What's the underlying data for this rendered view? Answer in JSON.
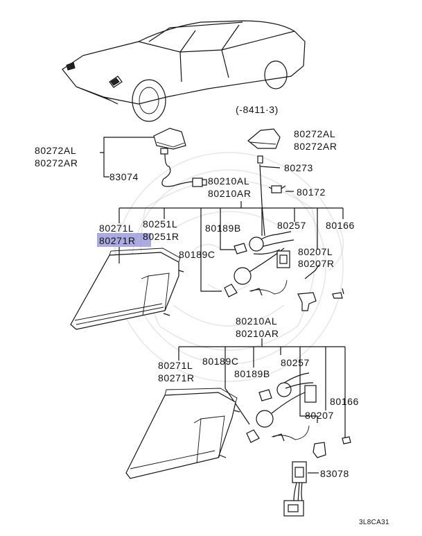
{
  "diagram": {
    "date_code": "(-8411·3)",
    "figure_code": "3L8CA31",
    "highlight_color": "#8a8ad6",
    "labels": {
      "l_80272al_left": "80272AL",
      "l_80272ar_left": "80272AR",
      "l_83074": "83074",
      "l_80272al_right": "80272AL",
      "l_80272ar_right": "80272AR",
      "l_80273": "80273",
      "l_80210al_top": "80210AL",
      "l_80210ar_top": "80210AR",
      "l_80172": "80172",
      "l_80271l_top": "80271L",
      "l_80271r_top": "80271R",
      "l_80251l": "80251L",
      "l_80251r": "80251R",
      "l_80189b_top": "80189B",
      "l_80257_top": "80257",
      "l_80166_top": "80166",
      "l_80189c_top": "80189C",
      "l_80207l": "80207L",
      "l_80207r": "80207R",
      "l_80210al_bottom": "80210AL",
      "l_80210ar_bottom": "80210AR",
      "l_80271l_bottom": "80271L",
      "l_80271r_bottom": "80271R",
      "l_80189c_bottom": "80189C",
      "l_80257_bottom": "80257",
      "l_80189b_bottom": "80189B",
      "l_80166_bottom": "80166",
      "l_80207_bottom": "80207",
      "l_83078": "83078"
    }
  }
}
